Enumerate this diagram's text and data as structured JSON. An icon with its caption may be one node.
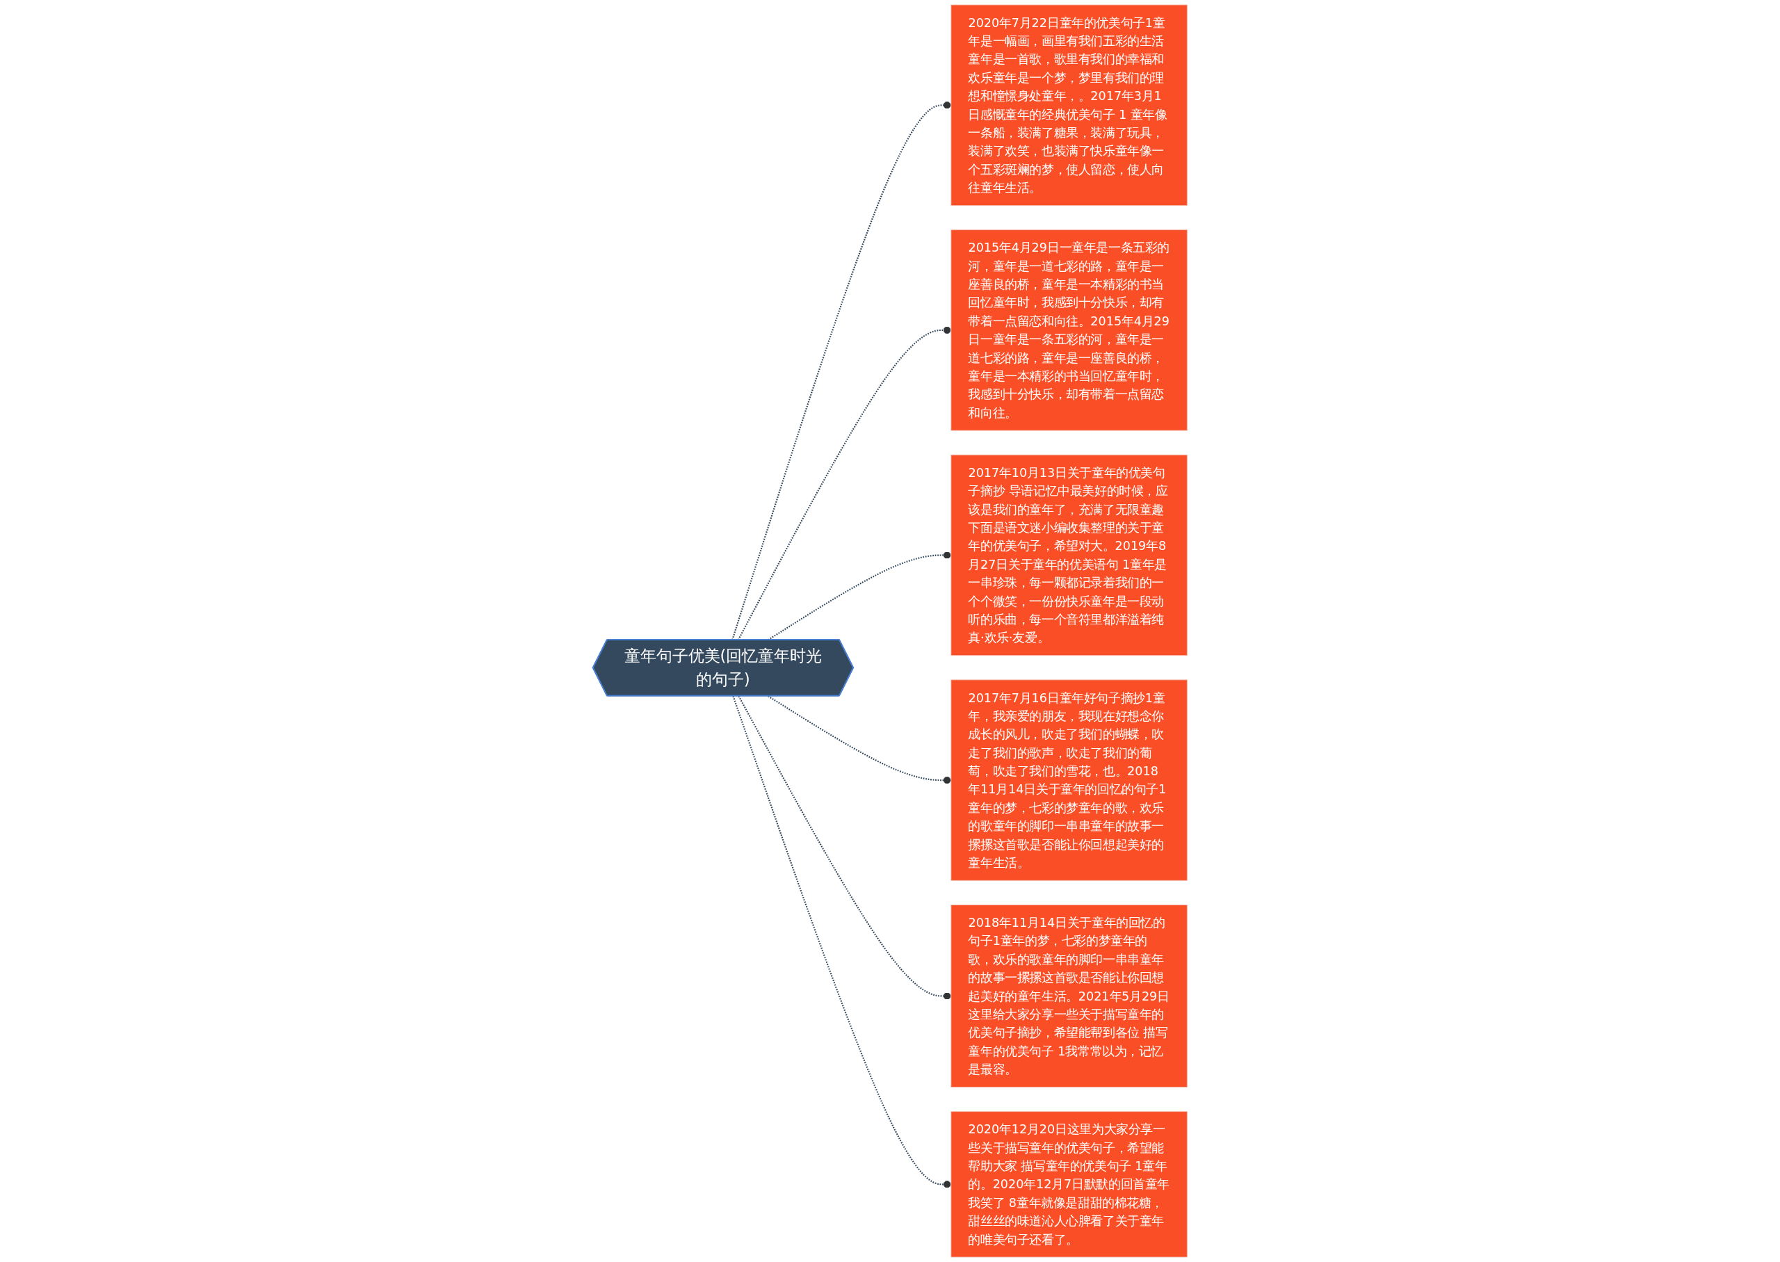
{
  "diagram": {
    "nodes": [
      {
        "text": [
          "童年句子优美(回忆童年时光的句子)"
        ]
      },
      {
        "text": [
          "2020年7月22日童年的优美句子1童年是一幅画，画里有我们五彩的生活童年是一首歌，歌里有我们的幸福和欢乐童年是一个梦，梦里有我们的理想和憧憬身处童年，。2017年3月1日感慨童年的经典优美句子 1 童年像一条船，装满了糖果，装满了玩具，装满了欢笑，也装满了快乐童年像一个五彩斑斓的梦，使人留恋，使人向往童年生活。"
        ]
      },
      {
        "text": [
          "2015年4月29日一童年是一条五彩的河，童年是一道七彩的路，童年是一座善良的桥，童年是一本精彩的书当回忆童年时，我感到十分快乐，却有带着一点留恋和向往。2015年4月29日一童年是一条五彩的河，童年是一道七彩的路，童年是一座善良的桥，童年是一本精彩的书当回忆童年时，我感到十分快乐，却有带着一点留恋和向往。"
        ]
      },
      {
        "text": [
          "2017年10月13日关于童年的优美句子摘抄 导语记忆中最美好的时候，应该是我们的童年了，充满了无限童趣下面是语文迷小编收集整理的关于童年的优美句子，希望对大。2019年8月27日关于童年的优美语句 1童年是一串珍珠，每一颗都记录着我们的一个个微笑，一份份快乐童年是一段动听的乐曲，每一个音符里都洋溢着纯真·欢乐·友爱。"
        ]
      },
      {
        "text": [
          "2017年7月16日童年好句子摘抄1童年，我亲爱的朋友，我现在好想念你成长的风儿，吹走了我们的蝴蝶，吹走了我们的歌声，吹走了我们的葡萄，吹走了我们的雪花，也。2018年11月14日关于童年的回忆的句子1童年的梦，七彩的梦童年的歌，欢乐的歌童年的脚印一串串童年的故事一摞摞这首歌是否能让你回想起美好的童年生活。"
        ]
      },
      {
        "text": [
          "2018年11月14日关于童年的回忆的句子1童年的梦，七彩的梦童年的歌，欢乐的歌童年的脚印一串串童年的故事一摞摞这首歌是否能让你回想起美好的童年生活。2021年5月29日这里给大家分享一些关于描写童年的优美句子摘抄，希望能帮到各位 描写童年的优美句子 1我常常以为，记忆是最容。"
        ]
      },
      {
        "text": [
          "2020年12月20日这里为大家分享一些关于描写童年的优美句子，希望能帮助大家 描写童年的优美句子 1童年的。2020年12月7日默默的回首童年我笑了 8童年就像是甜甜的棉花糖，甜丝丝的味道沁人心脾看了关于童年的唯美句子还看了。"
        ]
      }
    ],
    "edges": [
      {
        "from": 0,
        "to": 1,
        "arrow": "other",
        "style": "dashed"
      },
      {
        "from": 0,
        "to": 2,
        "arrow": "other",
        "style": "dashed"
      },
      {
        "from": 0,
        "to": 3,
        "arrow": "other",
        "style": "dashed"
      },
      {
        "from": 0,
        "to": 4,
        "arrow": "other",
        "style": "dashed"
      },
      {
        "from": 0,
        "to": 5,
        "arrow": "other",
        "style": "dashed"
      },
      {
        "from": 0,
        "to": 6,
        "arrow": "other",
        "style": "dashed"
      }
    ]
  }
}
